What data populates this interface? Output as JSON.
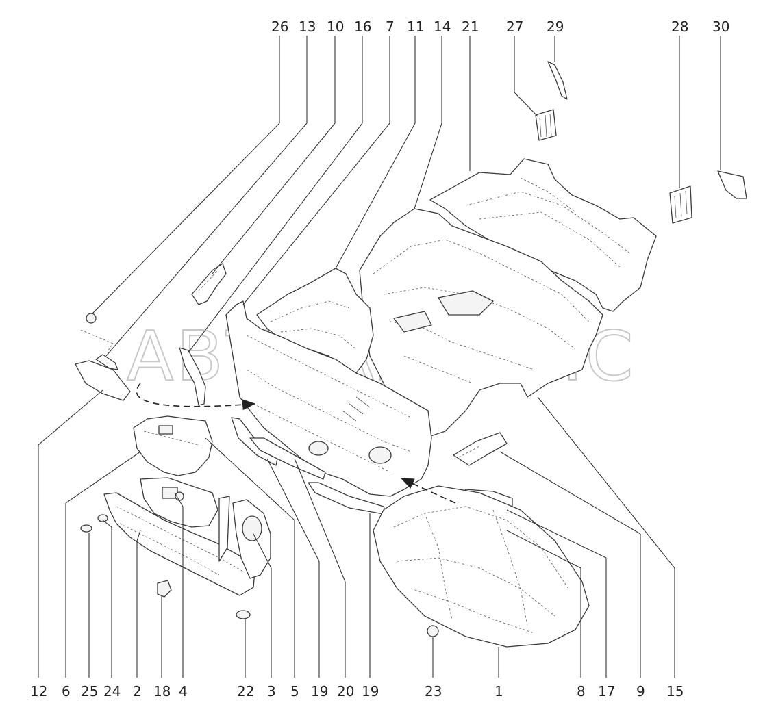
{
  "watermark": "АВТОАЛЬЯНС",
  "callouts_top": [
    "26",
    "13",
    "10",
    "16",
    "7",
    "11",
    "14",
    "21",
    "27",
    "29",
    "28",
    "30"
  ],
  "callouts_bottom": [
    "12",
    "6",
    "25",
    "24",
    "2",
    "18",
    "4",
    "22",
    "3",
    "5",
    "19",
    "20",
    "19",
    "23",
    "1",
    "8",
    "17",
    "9",
    "15"
  ]
}
